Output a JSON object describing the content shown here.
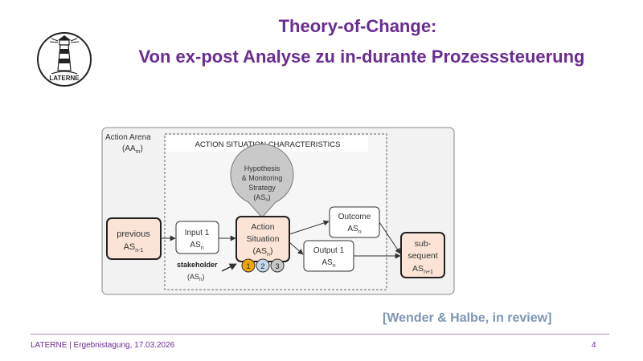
{
  "header": {
    "title": "Theory-of-Change:",
    "subtitle": "Von ex-post Analyse zu in-durante Prozesssteuerung"
  },
  "logo": {
    "text": "LATERNE",
    "icon": "lighthouse-icon"
  },
  "diagram": {
    "arena": {
      "label": "Action Arena",
      "sub": "(AA",
      "sub_index": "m",
      "sub_close": ")"
    },
    "characteristics_title": "ACTION SITUATION CHARACTERISTICS",
    "hypothesis": {
      "line1": "Hypothesis",
      "line2": "& Monitoring",
      "line3": "Strategy",
      "line4": "(AS",
      "line4_index": "n",
      "line4_close": ")"
    },
    "previous": {
      "line1": "previous",
      "line2": "AS",
      "index": "n-1"
    },
    "input": {
      "line1": "Input 1",
      "line2": "AS",
      "index": "n"
    },
    "action": {
      "line1": "Action",
      "line2": "Situation",
      "line3": "(AS",
      "index": "n",
      "close": ")"
    },
    "outcome": {
      "line1": "Outcome",
      "line2": "AS",
      "index": "n"
    },
    "output": {
      "line1": "Output 1",
      "line2": "AS",
      "index": "n"
    },
    "subsequent": {
      "line1": "sub-",
      "line2": "sequent",
      "line3": "AS",
      "index": "n+1"
    },
    "stakeholder": {
      "label": "stakeholder",
      "sub": "(AS",
      "index": "n",
      "close": ")"
    },
    "stakeholder_circles": [
      "1",
      "2",
      "3"
    ],
    "colors": {
      "box_fill": "#fbe4d5",
      "circle1": "#f0a30a",
      "circle2": "#c5d7ec",
      "circle3": "#c8c8c8",
      "hypothesis_fill": "#c9c9c9",
      "arena_fill": "#f2f2f2"
    }
  },
  "citation": "[Wender & Halbe, in review]",
  "footer": {
    "left": "LATERNE | Ergebnistagung, 17.03.2026",
    "page": "4"
  }
}
